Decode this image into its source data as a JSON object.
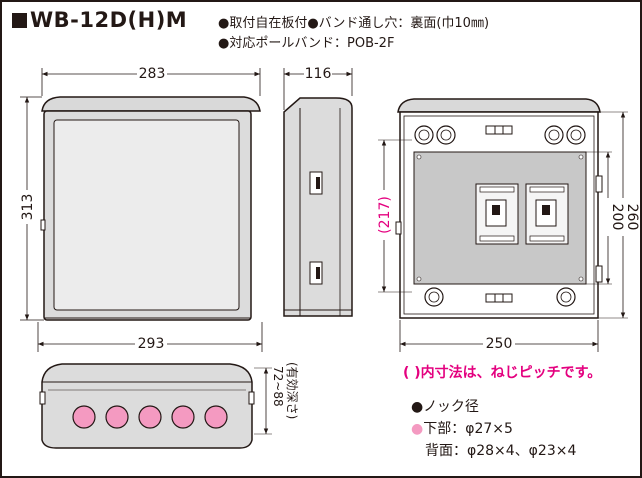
{
  "header": {
    "model": "WB-12D(H)M",
    "spec_line1": "●取付自在板付●バンド通し穴：裏面(巾10㎜)",
    "spec_line2": "●対応ポールバンド：POB-2F"
  },
  "dimensions": {
    "front_width": "283",
    "front_height": "313",
    "bottom_width": "293",
    "side_depth": "116",
    "inner_width": "250",
    "inner_height_outer": "260",
    "inner_height_inner": "200",
    "screw_pitch": "(217)",
    "effective_depth": "72~88",
    "effective_depth_label": "(有効深さ)"
  },
  "notes": {
    "pitch_note": "( )内寸法は、ねじピッチです。",
    "knock_title": "●ノック径",
    "bottom_label": "下部：",
    "bottom_value": "φ27×5",
    "back_label": "背面：",
    "back_value": "φ28×4、φ23×4"
  },
  "colors": {
    "line": "#231815",
    "body_fill": "#dcdcdc",
    "panel_fill": "#c8c8c8",
    "accent": "#e4007f",
    "knock_fill": "#f49ac1"
  }
}
